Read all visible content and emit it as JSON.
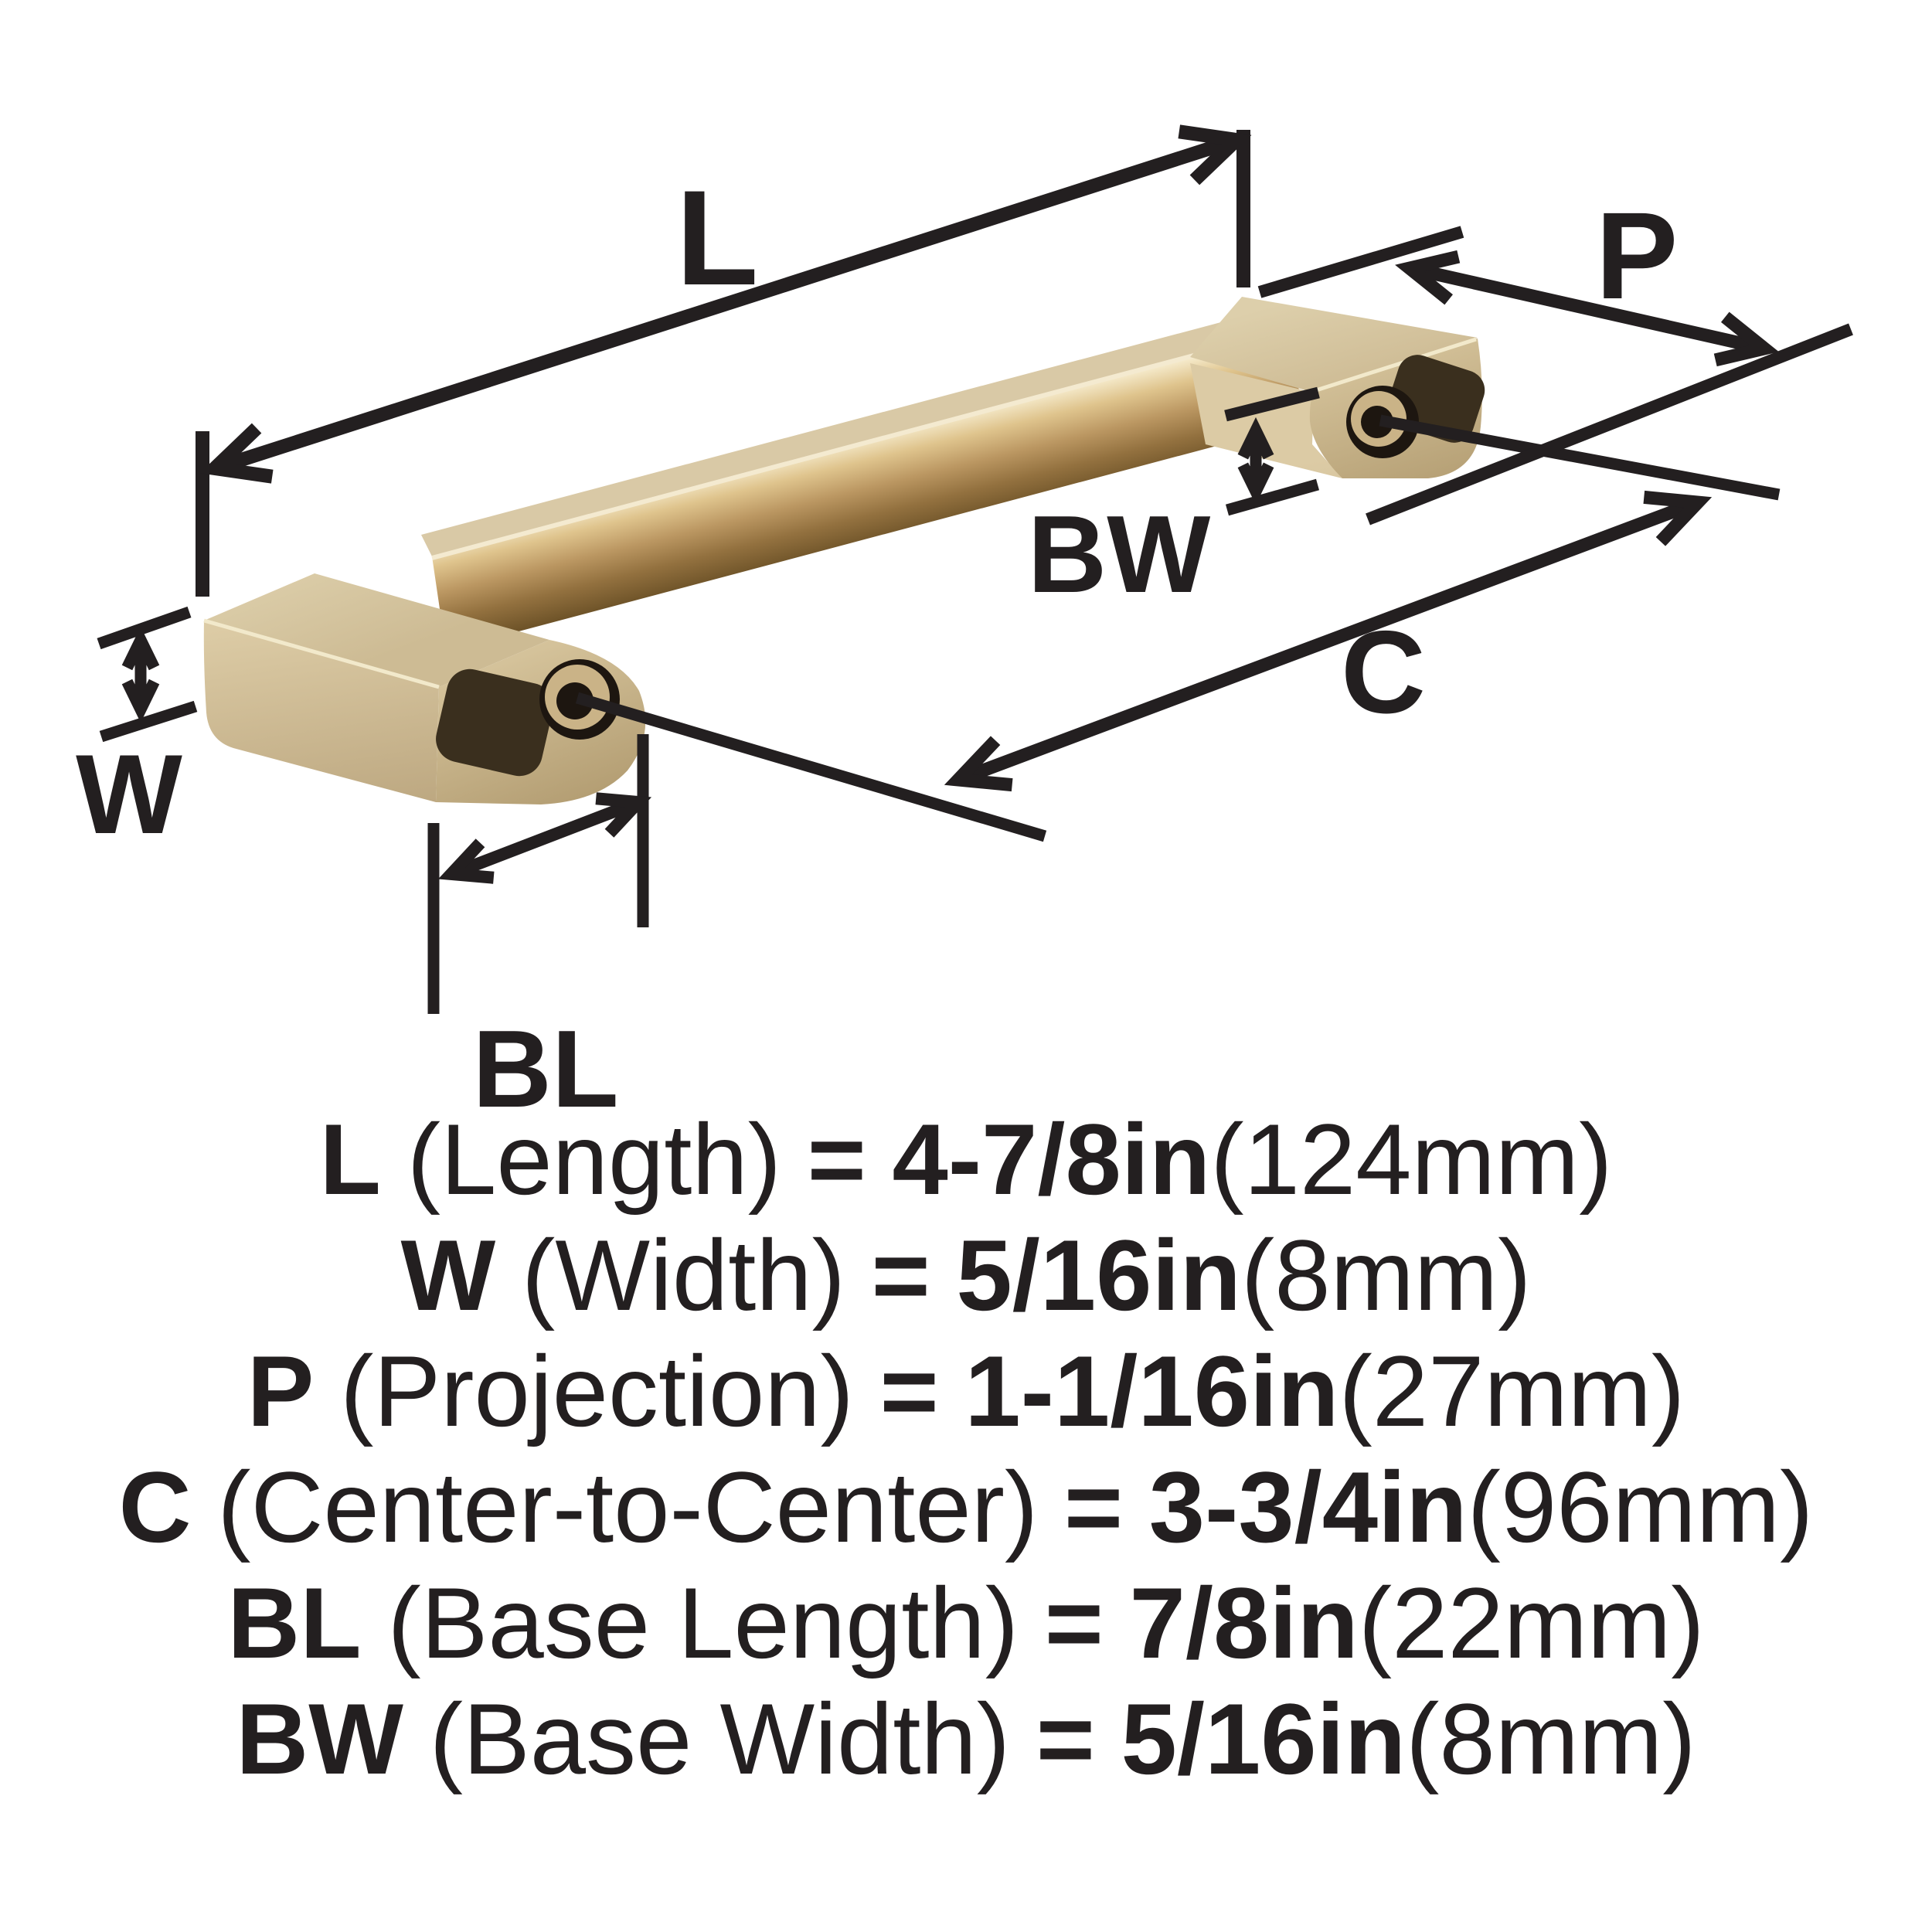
{
  "figure": {
    "description": "Isometric rendering of a champagne-gold cabinet bar pull with dimension callouts",
    "dim_labels": {
      "length": "L",
      "projection": "P",
      "center_to_center": "C",
      "width": "W",
      "base_length": "BL",
      "base_width": "BW"
    }
  },
  "spec_lines": [
    {
      "symbol": "L",
      "name": "(Length)",
      "eq": "=",
      "value_in": "4-7/8in",
      "value_mm": "(124mm)"
    },
    {
      "symbol": "W",
      "name": "(Width)",
      "eq": "=",
      "value_in": "5/16in",
      "value_mm": "(8mm)"
    },
    {
      "symbol": "P",
      "name": "(Projection)",
      "eq": "=",
      "value_in": "1-1/16in",
      "value_mm": "(27mm)"
    },
    {
      "symbol": "C",
      "name": "(Center-to-Center)",
      "eq": "=",
      "value_in": "3-3/4in",
      "value_mm": "(96mm)"
    },
    {
      "symbol": "BL",
      "name": "(Base Length)",
      "eq": "=",
      "value_in": "7/8in",
      "value_mm": "(22mm)"
    },
    {
      "symbol": "BW",
      "name": "(Base Width)",
      "eq": "=",
      "value_in": "5/16in",
      "value_mm": "(8mm)"
    }
  ],
  "colors": {
    "background": "#ffffff",
    "line_color": "#231f20",
    "text_color": "#231f20",
    "gold_highlight": "#f8efd3",
    "gold_light": "#e3d3ab",
    "gold_mid": "#d2c098",
    "gold_deep": "#b2905a",
    "gold_shadow": "#7a5c32",
    "recess_dark": "#251d12"
  }
}
